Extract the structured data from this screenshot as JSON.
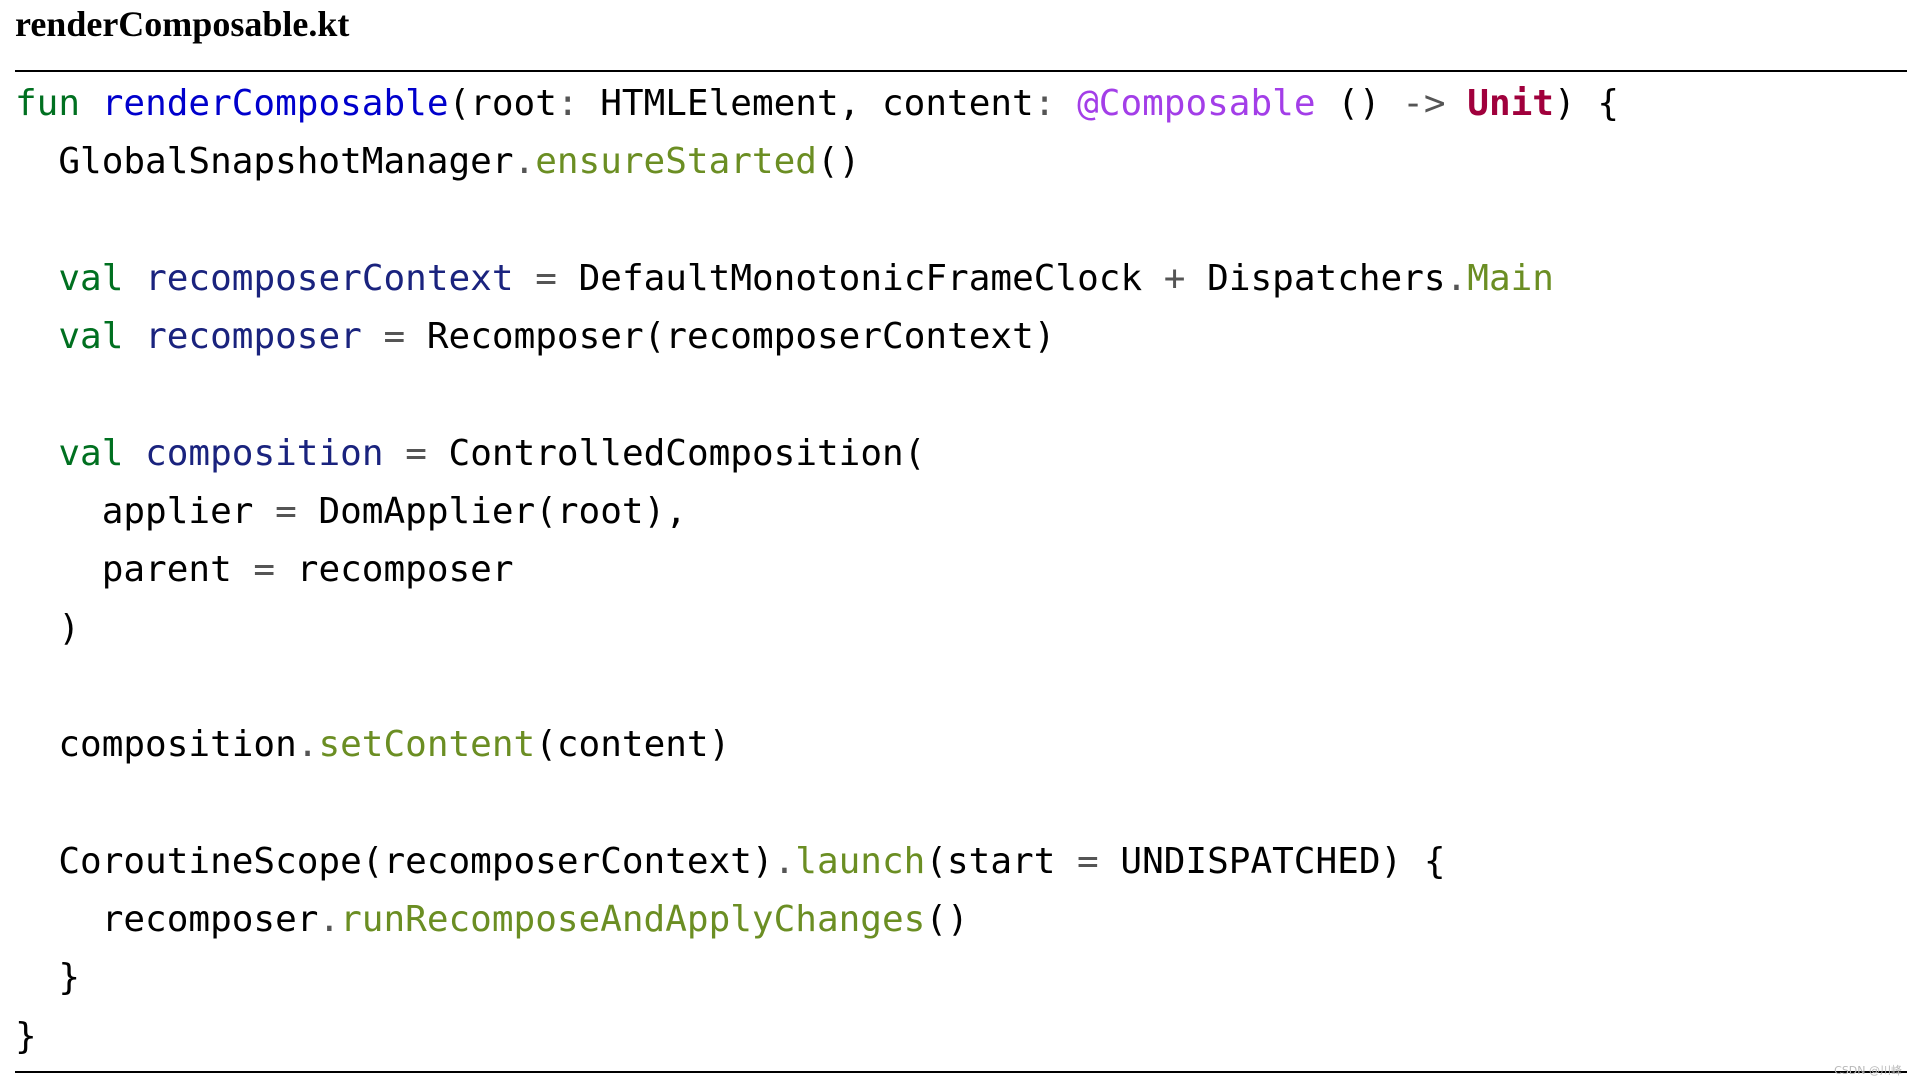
{
  "document": {
    "filename": "renderComposable.kt",
    "watermark": "CSDN @川峰"
  },
  "colors": {
    "keyword": "#007020",
    "function_declaration": "#0000cc",
    "variable_declaration": "#1a237e",
    "type_keyword": "#a0003c",
    "annotation": "#a33ee8",
    "call": "#6b8e23",
    "punctuation": "#555555",
    "plain": "#000000"
  },
  "code": {
    "language": "kotlin",
    "lines": [
      [
        {
          "t": "kw",
          "v": "fun"
        },
        {
          "t": "plain",
          "v": " "
        },
        {
          "t": "fn-decl",
          "v": "renderComposable"
        },
        {
          "t": "plain",
          "v": "(root"
        },
        {
          "t": "punct",
          "v": ":"
        },
        {
          "t": "plain",
          "v": " HTMLElement, content"
        },
        {
          "t": "punct",
          "v": ":"
        },
        {
          "t": "plain",
          "v": " "
        },
        {
          "t": "ann",
          "v": "@Composable"
        },
        {
          "t": "plain",
          "v": " () "
        },
        {
          "t": "punct",
          "v": "->"
        },
        {
          "t": "plain",
          "v": " "
        },
        {
          "t": "type-kw",
          "v": "Unit"
        },
        {
          "t": "plain",
          "v": ") {"
        }
      ],
      [
        {
          "t": "plain",
          "v": "  GlobalSnapshotManager"
        },
        {
          "t": "punct",
          "v": "."
        },
        {
          "t": "call",
          "v": "ensureStarted"
        },
        {
          "t": "plain",
          "v": "()"
        }
      ],
      [],
      [
        {
          "t": "plain",
          "v": "  "
        },
        {
          "t": "kw",
          "v": "val"
        },
        {
          "t": "plain",
          "v": " "
        },
        {
          "t": "var-decl",
          "v": "recomposerContext"
        },
        {
          "t": "plain",
          "v": " "
        },
        {
          "t": "punct",
          "v": "="
        },
        {
          "t": "plain",
          "v": " DefaultMonotonicFrameClock "
        },
        {
          "t": "punct",
          "v": "+"
        },
        {
          "t": "plain",
          "v": " Dispatchers"
        },
        {
          "t": "punct",
          "v": "."
        },
        {
          "t": "call",
          "v": "Main"
        }
      ],
      [
        {
          "t": "plain",
          "v": "  "
        },
        {
          "t": "kw",
          "v": "val"
        },
        {
          "t": "plain",
          "v": " "
        },
        {
          "t": "var-decl",
          "v": "recomposer"
        },
        {
          "t": "plain",
          "v": " "
        },
        {
          "t": "punct",
          "v": "="
        },
        {
          "t": "plain",
          "v": " Recomposer(recomposerContext)"
        }
      ],
      [],
      [
        {
          "t": "plain",
          "v": "  "
        },
        {
          "t": "kw",
          "v": "val"
        },
        {
          "t": "plain",
          "v": " "
        },
        {
          "t": "var-decl",
          "v": "composition"
        },
        {
          "t": "plain",
          "v": " "
        },
        {
          "t": "punct",
          "v": "="
        },
        {
          "t": "plain",
          "v": " ControlledComposition("
        }
      ],
      [
        {
          "t": "plain",
          "v": "    applier "
        },
        {
          "t": "punct",
          "v": "="
        },
        {
          "t": "plain",
          "v": " DomApplier(root),"
        }
      ],
      [
        {
          "t": "plain",
          "v": "    parent "
        },
        {
          "t": "punct",
          "v": "="
        },
        {
          "t": "plain",
          "v": " recomposer"
        }
      ],
      [
        {
          "t": "plain",
          "v": "  )"
        }
      ],
      [],
      [
        {
          "t": "plain",
          "v": "  composition"
        },
        {
          "t": "punct",
          "v": "."
        },
        {
          "t": "call",
          "v": "setContent"
        },
        {
          "t": "plain",
          "v": "(content)"
        }
      ],
      [],
      [
        {
          "t": "plain",
          "v": "  CoroutineScope(recomposerContext)"
        },
        {
          "t": "punct",
          "v": "."
        },
        {
          "t": "call",
          "v": "launch"
        },
        {
          "t": "plain",
          "v": "(start "
        },
        {
          "t": "punct",
          "v": "="
        },
        {
          "t": "plain",
          "v": " UNDISPATCHED) {"
        }
      ],
      [
        {
          "t": "plain",
          "v": "    recomposer"
        },
        {
          "t": "punct",
          "v": "."
        },
        {
          "t": "call",
          "v": "runRecomposeAndApplyChanges"
        },
        {
          "t": "plain",
          "v": "()"
        }
      ],
      [
        {
          "t": "plain",
          "v": "  }"
        }
      ],
      [
        {
          "t": "plain",
          "v": "}"
        }
      ]
    ]
  }
}
